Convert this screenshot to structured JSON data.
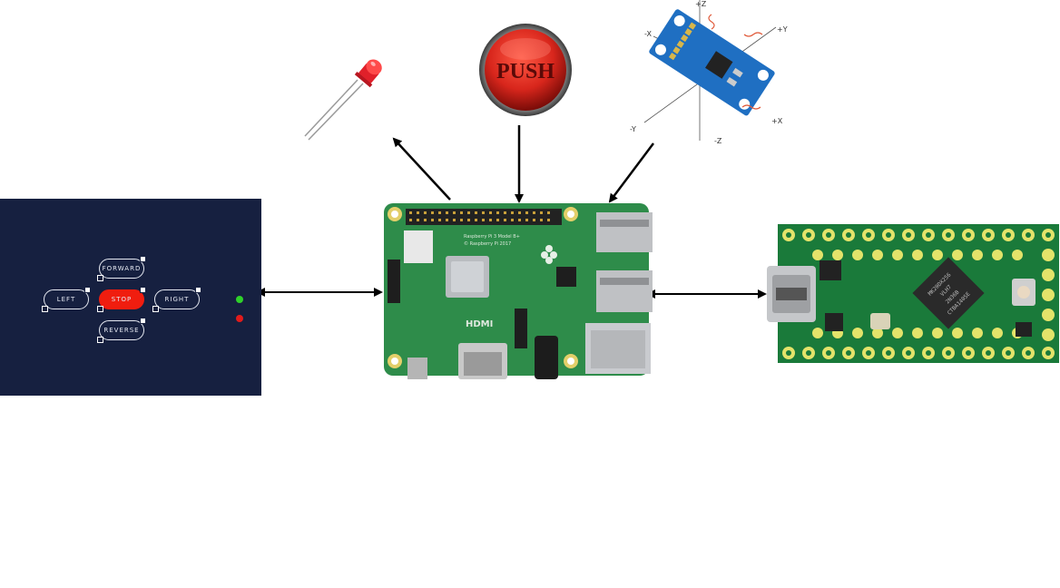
{
  "panel": {
    "background": "#162040",
    "forward_label": "FORWARD",
    "left_label": "LEFT",
    "stop_label": "STOP",
    "right_label": "RIGHT",
    "reverse_label": "REVERSE",
    "status_led_on_color": "#2fd12a",
    "status_led_off_color": "#e21b1b"
  },
  "push_button": {
    "label": "PUSH",
    "color": "#d8261c"
  },
  "led": {
    "color": "#e0202a"
  },
  "imu": {
    "board_color": "#1f6fc2",
    "axis_labels": {
      "pos_z": "+Z",
      "neg_x": "-X",
      "pos_y": "+Y",
      "neg_y": "-Y",
      "neg_z": "-Z",
      "pos_x": "+X"
    }
  },
  "raspberry_pi": {
    "board_color": "#2e8c4a",
    "silkscreen_title": "Raspberry Pi 3 Model B+",
    "silkscreen_copyright": "© Raspberry Pi 2017",
    "hdmi_label": "HDMI"
  },
  "teensy": {
    "board_color": "#1a7a3a",
    "chip_line1": "MK20DX256",
    "chip_line2": "VLH7",
    "chip_line3": "2N36B",
    "chip_line4": "CTBA1405E"
  },
  "arrows": {
    "color": "#000000"
  }
}
